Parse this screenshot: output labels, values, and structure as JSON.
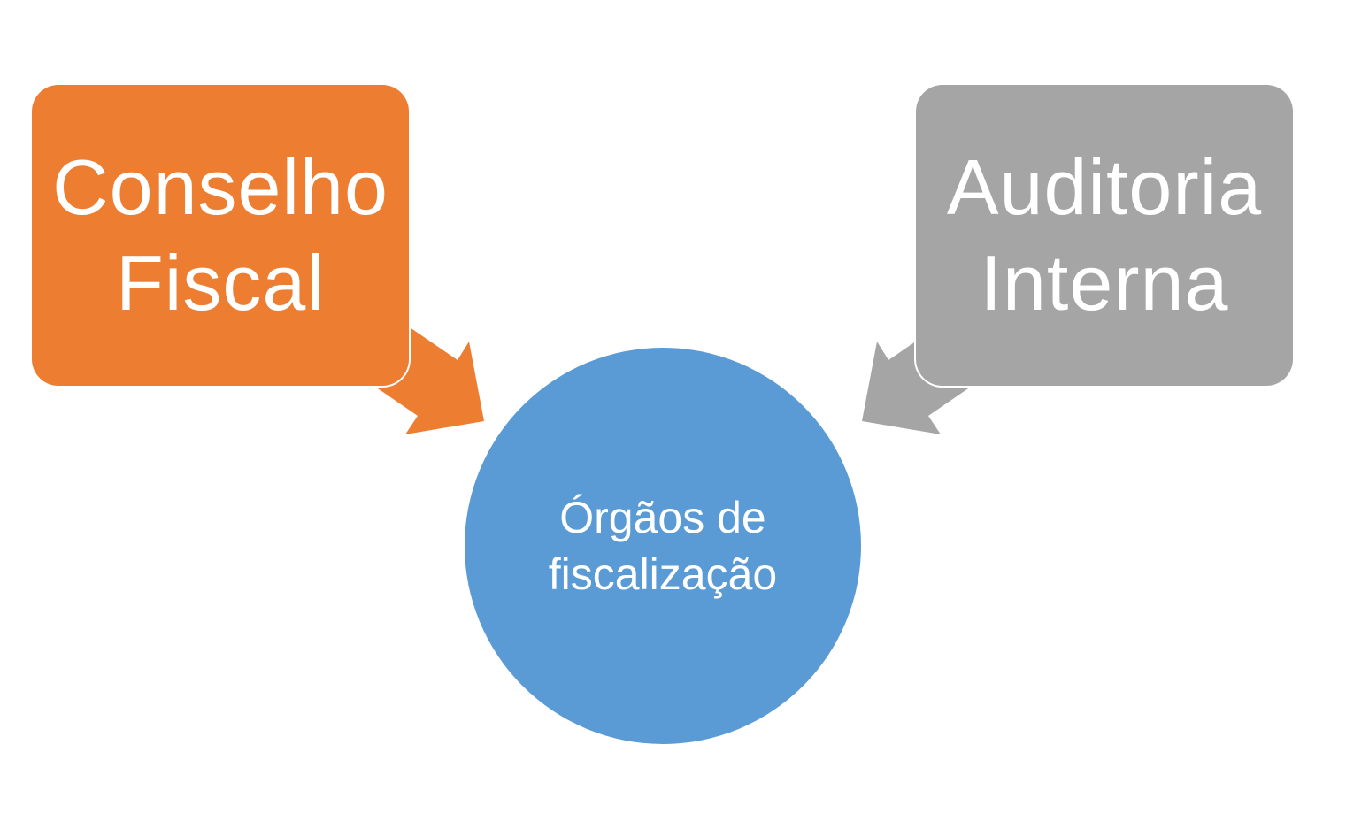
{
  "diagram": {
    "nodes": [
      {
        "id": "conselho-fiscal",
        "lines": [
          "Conselho",
          "Fiscal"
        ],
        "shape": "rounded-rectangle",
        "color": "#ED7D31"
      },
      {
        "id": "auditoria-interna",
        "lines": [
          "Auditoria",
          "Interna"
        ],
        "shape": "rounded-rectangle",
        "color": "#A5A5A5"
      },
      {
        "id": "orgaos-de-fiscalizacao",
        "lines": [
          "Órgãos de",
          "fiscalização"
        ],
        "shape": "circle",
        "color": "#5B9BD5"
      }
    ],
    "edges": [
      {
        "from": "conselho-fiscal",
        "to": "orgaos-de-fiscalizacao",
        "color": "#ED7D31"
      },
      {
        "from": "auditoria-interna",
        "to": "orgaos-de-fiscalizacao",
        "color": "#A5A5A5"
      }
    ]
  }
}
